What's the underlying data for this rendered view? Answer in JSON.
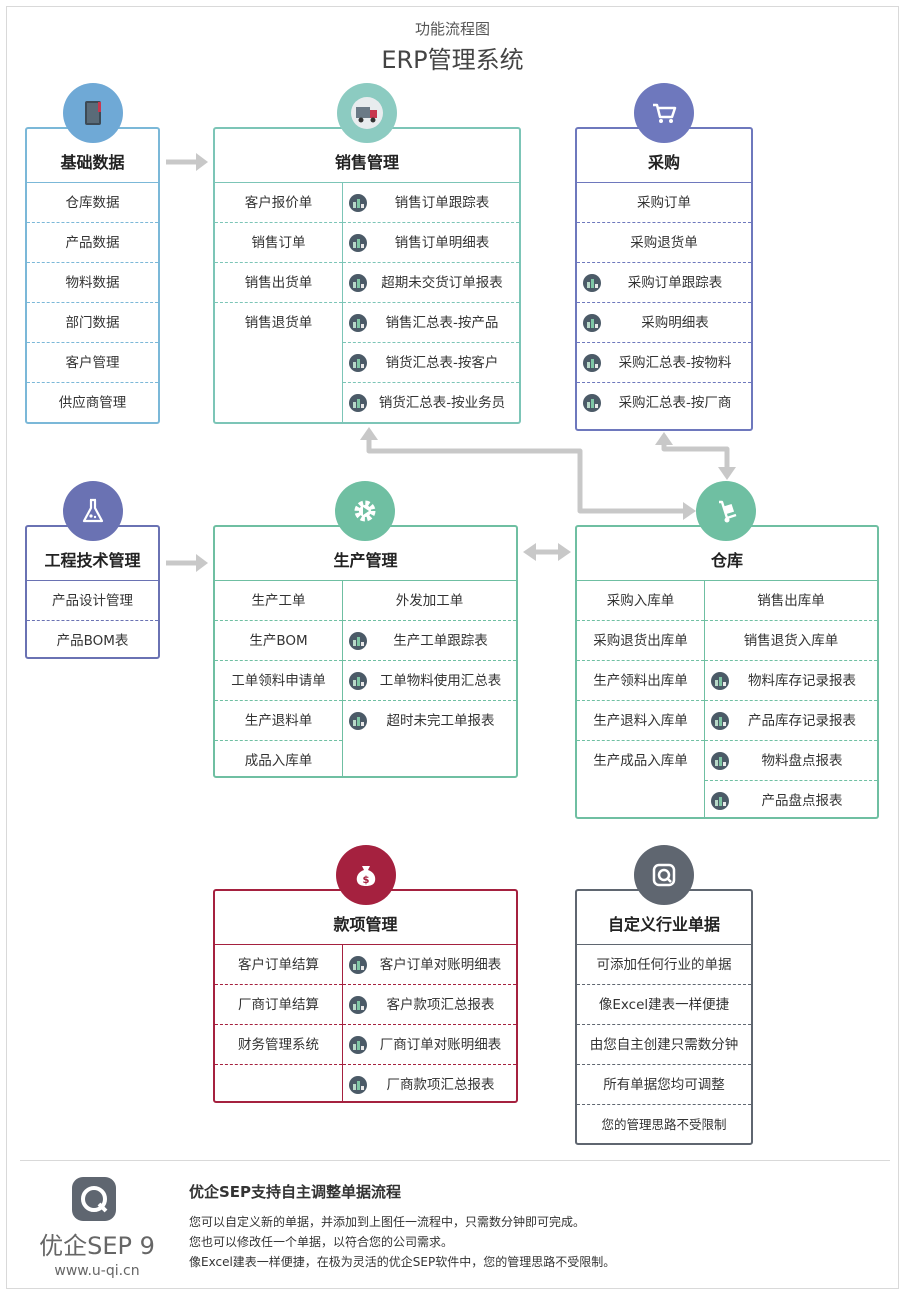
{
  "header": {
    "subtitle": "功能流程图",
    "title": "ERP管理系统"
  },
  "colors": {
    "teal": "#7cc5b7",
    "blue": "#6f9bd1",
    "indigo": "#6e78bd",
    "purple": "#6a72b3",
    "green": "#6fbfa2",
    "crimson": "#a5213f",
    "gray": "#5f6670",
    "arrow": "#c8c8c8"
  },
  "basic": {
    "title": "基础数据",
    "items": [
      "仓库数据",
      "产品数据",
      "物料数据",
      "部门数据",
      "客户管理",
      "供应商管理"
    ]
  },
  "sales": {
    "title": "销售管理",
    "left": [
      "客户报价单",
      "销售订单",
      "销售出货单",
      "销售退货单"
    ],
    "right": [
      "销售订单跟踪表",
      "销售订单明细表",
      "超期未交货订单报表",
      "销售汇总表-按产品",
      "销货汇总表-按客户",
      "销货汇总表-按业务员"
    ]
  },
  "purchase": {
    "title": "采购",
    "items": [
      "采购订单",
      "采购退货单"
    ],
    "reports": [
      "采购订单跟踪表",
      "采购明细表",
      "采购汇总表-按物料",
      "采购汇总表-按厂商"
    ]
  },
  "engineering": {
    "title": "工程技术管理",
    "items": [
      "产品设计管理",
      "产品BOM表"
    ]
  },
  "production": {
    "title": "生产管理",
    "left": [
      "生产工单",
      "生产BOM",
      "工单领料申请单",
      "生产退料单",
      "成品入库单"
    ],
    "right_plain": "外发加工单",
    "right": [
      "生产工单跟踪表",
      "工单物料使用汇总表",
      "超时未完工单报表"
    ]
  },
  "warehouse": {
    "title": "仓库",
    "left": [
      "采购入库单",
      "采购退货出库单",
      "生产领料出库单",
      "生产退料入库单",
      "生产成品入库单"
    ],
    "right_plain": [
      "销售出库单",
      "销售退货入库单"
    ],
    "right": [
      "物料库存记录报表",
      "产品库存记录报表",
      "物料盘点报表",
      "产品盘点报表"
    ]
  },
  "payment": {
    "title": "款项管理",
    "left": [
      "客户订单结算",
      "厂商订单结算",
      "财务管理系统"
    ],
    "right": [
      "客户订单对账明细表",
      "客户款项汇总报表",
      "厂商订单对账明细表",
      "厂商款项汇总报表"
    ]
  },
  "custom": {
    "title": "自定义行业单据",
    "items": [
      "可添加任何行业的单据",
      "像Excel建表一样便捷",
      "由您自主创建只需数分钟",
      "所有单据您均可调整",
      "您的管理思路不受限制"
    ]
  },
  "footer": {
    "brand": "优企SEP 9",
    "url": "www.u-qi.cn",
    "title": "优企SEP支持自主调整单据流程",
    "lines": [
      "您可以自定义新的单据，并添加到上图任一流程中，只需数分钟即可完成。",
      "您也可以修改任一个单据，以符合您的公司需求。",
      "像Excel建表一样便捷，在极为灵活的优企SEP软件中，您的管理思路不受限制。"
    ]
  }
}
